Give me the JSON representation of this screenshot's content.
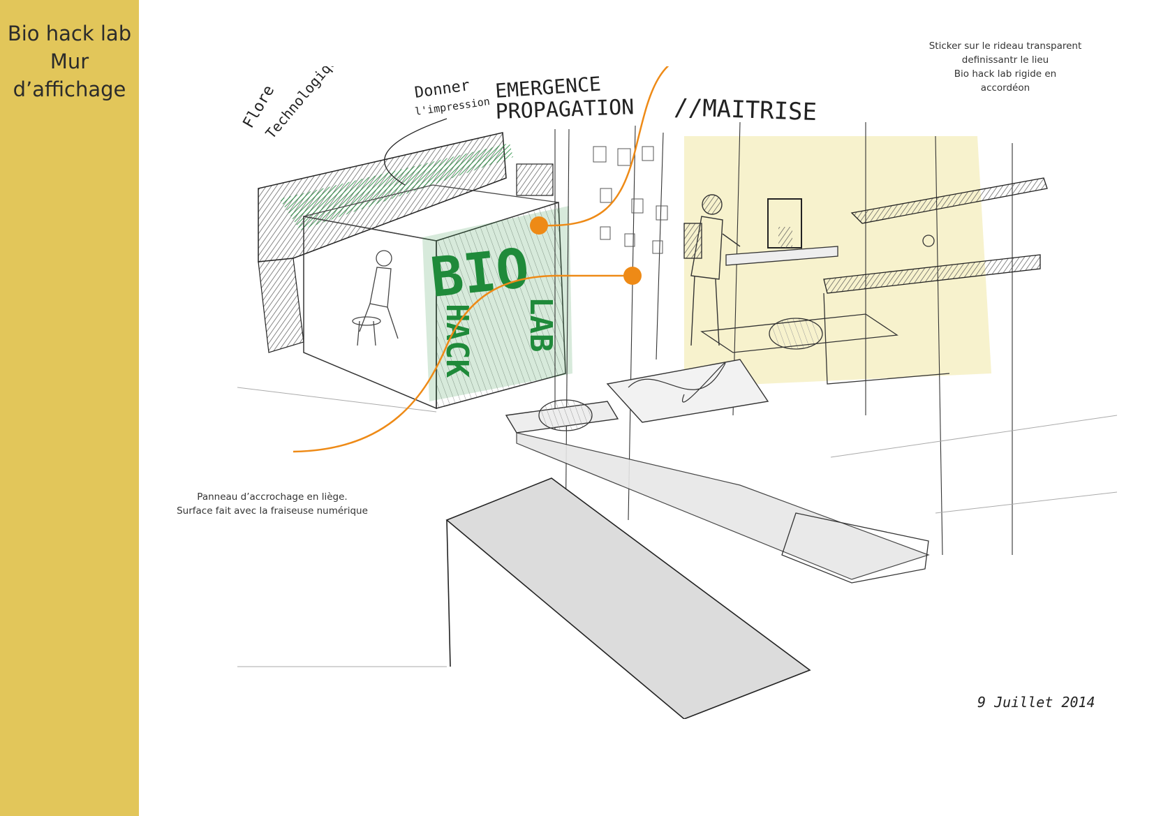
{
  "sidebar": {
    "title_lines": [
      "Bio hack lab",
      "Mur",
      "d’affichage"
    ],
    "background_color": "#e2c65a"
  },
  "annotations": {
    "top_right": {
      "lines": [
        "Sticker sur le rideau transparent",
        "definissantr le lieu",
        "Bio hack lab rigide en",
        "accordéon"
      ]
    },
    "bottom_left": {
      "lines": [
        "Panneau d’accrochage en liège.",
        "Surface fait avec la fraiseuse numérique"
      ]
    }
  },
  "sketch": {
    "handwritten": {
      "flore": "Flore",
      "technologique": "Technologique",
      "donner": "Donner",
      "impression": "l'impression",
      "emergence": "EMERGENCE",
      "propagation": "PROPAGATION",
      "maitrise": "//MAITRISE",
      "bio_letters": "BIO",
      "hack_letters": "HACK",
      "lab_letters": "LAB",
      "date": "9 Juillet 2014"
    },
    "colors": {
      "callout_orange": "#ee8a16",
      "green": "#1f8a3a",
      "pencil": "#333333",
      "highlight_yellow": "#f6f0c4"
    }
  }
}
